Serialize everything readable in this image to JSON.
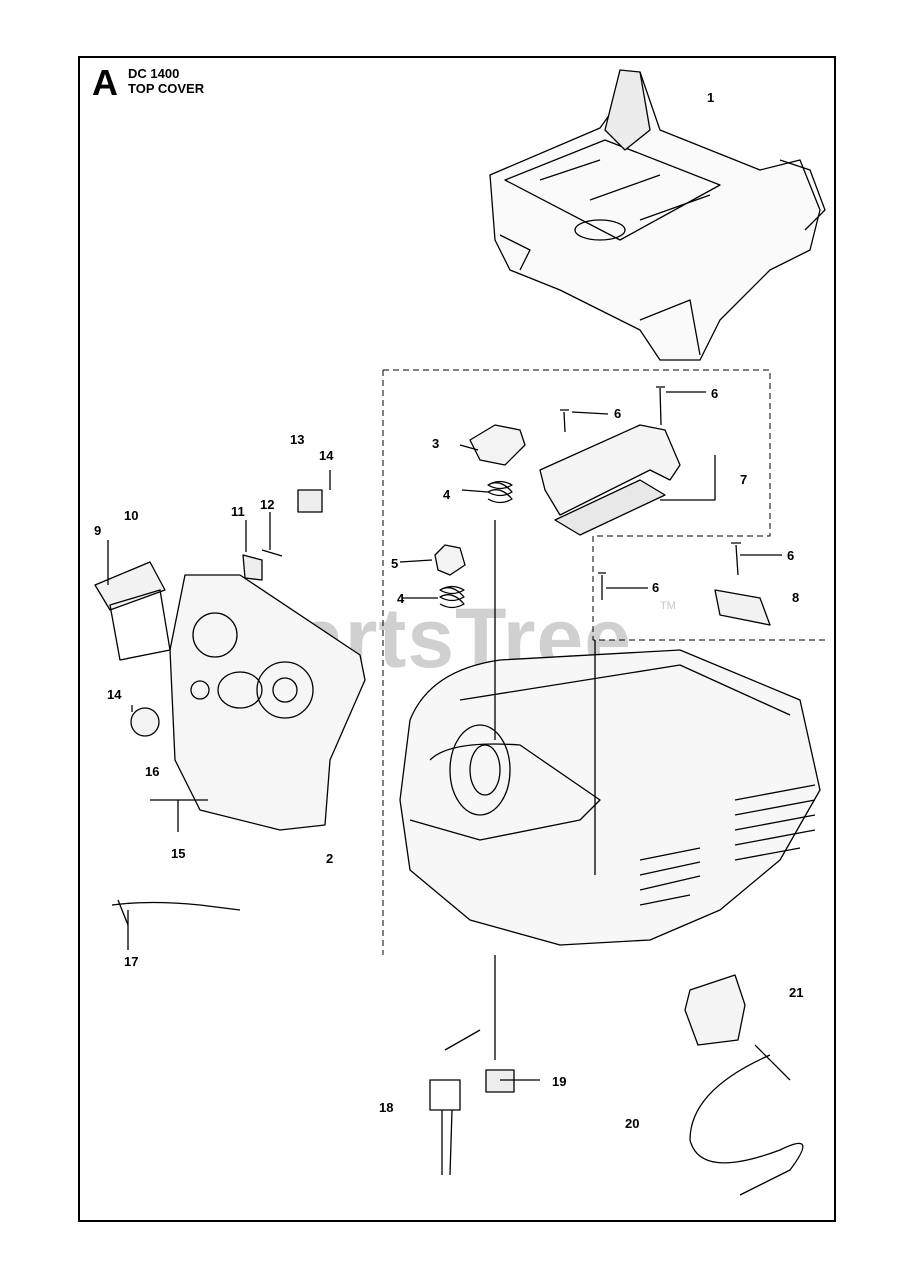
{
  "header": {
    "section_letter": "A",
    "model": "DC 1400",
    "section_title": "TOP COVER"
  },
  "watermark": {
    "brand": "PartsTree",
    "tm": "TM"
  },
  "callouts": [
    {
      "id": "c1",
      "text": "1"
    },
    {
      "id": "c2",
      "text": "2"
    },
    {
      "id": "c3",
      "text": "3"
    },
    {
      "id": "c4a",
      "text": "4"
    },
    {
      "id": "c4b",
      "text": "4"
    },
    {
      "id": "c5",
      "text": "5"
    },
    {
      "id": "c6a",
      "text": "6"
    },
    {
      "id": "c6b",
      "text": "6"
    },
    {
      "id": "c6c",
      "text": "6"
    },
    {
      "id": "c6d",
      "text": "6"
    },
    {
      "id": "c7",
      "text": "7"
    },
    {
      "id": "c8",
      "text": "8"
    },
    {
      "id": "c9",
      "text": "9"
    },
    {
      "id": "c10",
      "text": "10"
    },
    {
      "id": "c11",
      "text": "11"
    },
    {
      "id": "c12",
      "text": "12"
    },
    {
      "id": "c13",
      "text": "13"
    },
    {
      "id": "c14a",
      "text": "14"
    },
    {
      "id": "c14b",
      "text": "14"
    },
    {
      "id": "c15",
      "text": "15"
    },
    {
      "id": "c16",
      "text": "16"
    },
    {
      "id": "c17",
      "text": "17"
    },
    {
      "id": "c18",
      "text": "18"
    },
    {
      "id": "c19",
      "text": "19"
    },
    {
      "id": "c20",
      "text": "20"
    },
    {
      "id": "c21",
      "text": "21"
    }
  ]
}
